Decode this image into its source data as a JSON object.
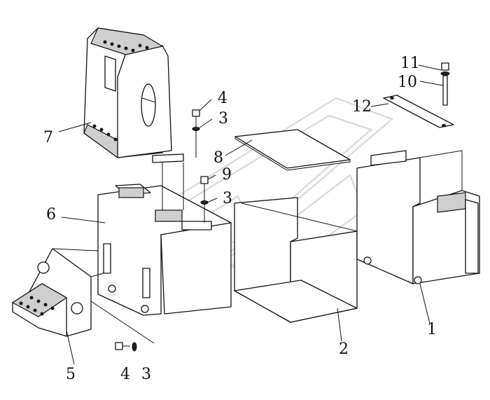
{
  "callouts": [
    {
      "id": "c1",
      "text": "1"
    },
    {
      "id": "c2",
      "text": "2"
    },
    {
      "id": "c3a",
      "text": "3"
    },
    {
      "id": "c3b",
      "text": "3"
    },
    {
      "id": "c3c",
      "text": "3"
    },
    {
      "id": "c4a",
      "text": "4"
    },
    {
      "id": "c4b",
      "text": "4"
    },
    {
      "id": "c5",
      "text": "5"
    },
    {
      "id": "c6",
      "text": "6"
    },
    {
      "id": "c7",
      "text": "7"
    },
    {
      "id": "c8",
      "text": "8"
    },
    {
      "id": "c9",
      "text": "9"
    },
    {
      "id": "c10",
      "text": "10"
    },
    {
      "id": "c11",
      "text": "11"
    },
    {
      "id": "c12",
      "text": "12"
    }
  ]
}
